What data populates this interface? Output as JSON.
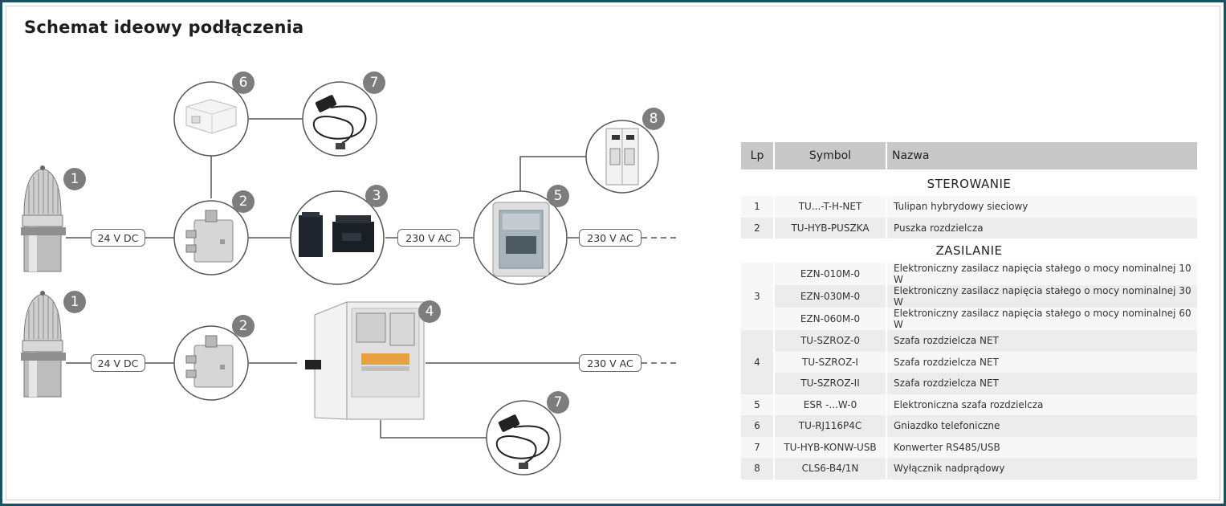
{
  "title": "Schemat ideowy podłączenia",
  "labels": {
    "dc_top": "24 V DC",
    "ac_top_mid": "230 V AC",
    "ac_top_right": "230 V AC",
    "dc_bottom": "24 V DC",
    "ac_bottom": "230 V AC"
  },
  "badges": {
    "b1_top": "1",
    "b2_top": "2",
    "b3": "3",
    "b5": "5",
    "b6": "6",
    "b7_top": "7",
    "b8": "8",
    "b1_bottom": "1",
    "b2_bottom": "2",
    "b4": "4",
    "b7_bottom": "7"
  },
  "table": {
    "headers": {
      "lp": "Lp",
      "symbol": "Symbol",
      "name": "Nazwa"
    },
    "section_control": "STEROWANIE",
    "section_power": "ZASILANIE",
    "rows": [
      {
        "lp": "1",
        "symbol": "TU...-T-H-NET",
        "name": "Tulipan hybrydowy sieciowy"
      },
      {
        "lp": "2",
        "symbol": "TU-HYB-PUSZKA",
        "name": "Puszka rozdzielcza"
      },
      {
        "lp": "3",
        "symbol": "EZN-010M-0",
        "name": "Elektroniczny zasilacz napięcia stałego o mocy nominalnej 10 W"
      },
      {
        "lp": "",
        "symbol": "EZN-030M-0",
        "name": "Elektroniczny zasilacz napięcia stałego o mocy nominalnej 30 W"
      },
      {
        "lp": "",
        "symbol": "EZN-060M-0",
        "name": "Elektroniczny zasilacz napięcia stałego o mocy nominalnej 60 W"
      },
      {
        "lp": "4",
        "symbol": "TU-SZROZ-0",
        "name": "Szafa rozdzielcza NET"
      },
      {
        "lp": "",
        "symbol": "TU-SZROZ-I",
        "name": "Szafa rozdzielcza NET"
      },
      {
        "lp": "",
        "symbol": "TU-SZROZ-II",
        "name": "Szafa rozdzielcza NET"
      },
      {
        "lp": "5",
        "symbol": "ESR -...W-0",
        "name": "Elektroniczna szafa rozdzielcza"
      },
      {
        "lp": "6",
        "symbol": "TU-RJ116P4C",
        "name": "Gniazdko telefoniczne"
      },
      {
        "lp": "7",
        "symbol": "TU-HYB-KONW-USB",
        "name": "Konwerter RS485/USB"
      },
      {
        "lp": "8",
        "symbol": "CLS6-B4/1N",
        "name": "Wyłącznik nadprądowy"
      }
    ]
  },
  "colors": {
    "frame": "#1d4f63",
    "badge": "#7d7d7d",
    "header": "#c8c8c8",
    "row_dark": "#ececec",
    "row_light": "#f7f7f7"
  }
}
